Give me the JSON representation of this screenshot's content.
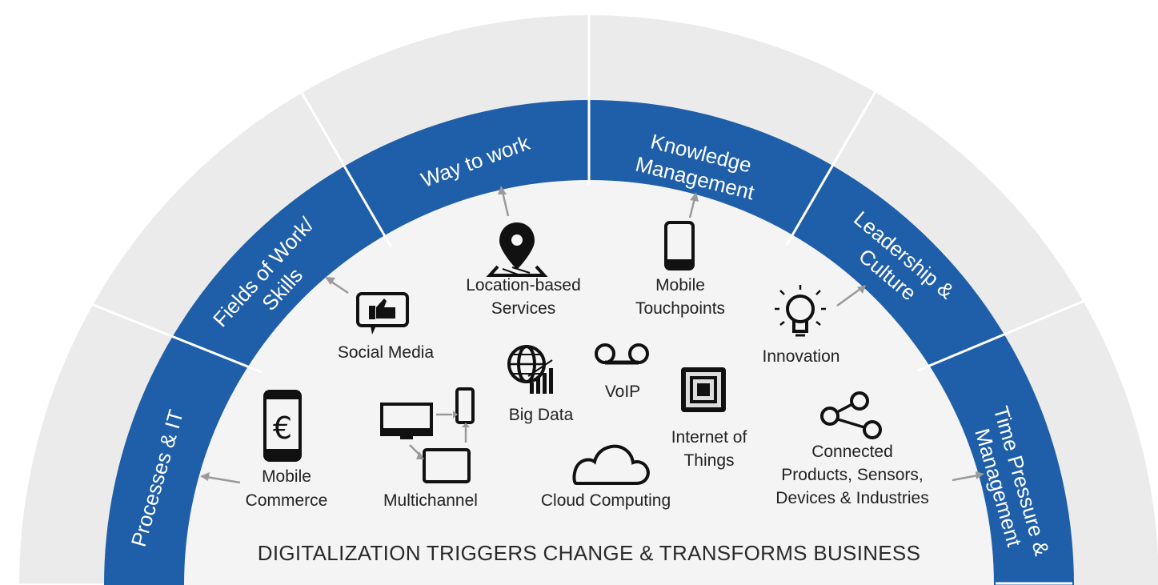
{
  "title": "DIGITALIZATION TRIGGERS CHANGE & TRANSFORMS BUSINESS",
  "colors": {
    "band": "#1f5ea8",
    "outer_ring": "#ebebeb",
    "inner_fill": "#f4f4f4",
    "divider": "#ffffff",
    "text": "#222222"
  },
  "segments": [
    {
      "id": "processes-it",
      "lines": [
        "Processes & IT"
      ]
    },
    {
      "id": "fields-of-work",
      "lines": [
        "Fields of Work/",
        "Skills"
      ]
    },
    {
      "id": "way-to-work",
      "lines": [
        "Way to work"
      ]
    },
    {
      "id": "knowledge-management",
      "lines": [
        "Knowledge",
        "Management"
      ]
    },
    {
      "id": "leadership-culture",
      "lines": [
        "Leadership &",
        "Culture"
      ]
    },
    {
      "id": "time-pressure",
      "lines": [
        "Time Pressure &",
        "Management"
      ]
    }
  ],
  "nodes": [
    {
      "id": "mobile-commerce",
      "icon": "mobile-euro-icon",
      "lines": [
        "Mobile",
        "Commerce"
      ]
    },
    {
      "id": "social-media",
      "icon": "thumbs-up-chat-icon",
      "lines": [
        "Social Media"
      ]
    },
    {
      "id": "location-services",
      "icon": "map-pin-icon",
      "lines": [
        "Location-based",
        "Services"
      ]
    },
    {
      "id": "mobile-touchpoints",
      "icon": "smartphone-icon",
      "lines": [
        "Mobile",
        "Touchpoints"
      ]
    },
    {
      "id": "innovation",
      "icon": "lightbulb-icon",
      "lines": [
        "Innovation"
      ]
    },
    {
      "id": "multichannel",
      "icon": "devices-icon",
      "lines": [
        "Multichannel"
      ]
    },
    {
      "id": "big-data",
      "icon": "globe-chart-icon",
      "lines": [
        "Big Data"
      ]
    },
    {
      "id": "voip",
      "icon": "voicemail-icon",
      "lines": [
        "VoIP"
      ]
    },
    {
      "id": "iot",
      "icon": "chip-icon",
      "lines": [
        "Internet of",
        "Things"
      ]
    },
    {
      "id": "cloud-computing",
      "icon": "cloud-icon",
      "lines": [
        "Cloud Computing"
      ]
    },
    {
      "id": "connected-products",
      "icon": "share-nodes-icon",
      "lines": [
        "Connected",
        "Products, Sensors,",
        "Devices & Industries"
      ]
    }
  ]
}
